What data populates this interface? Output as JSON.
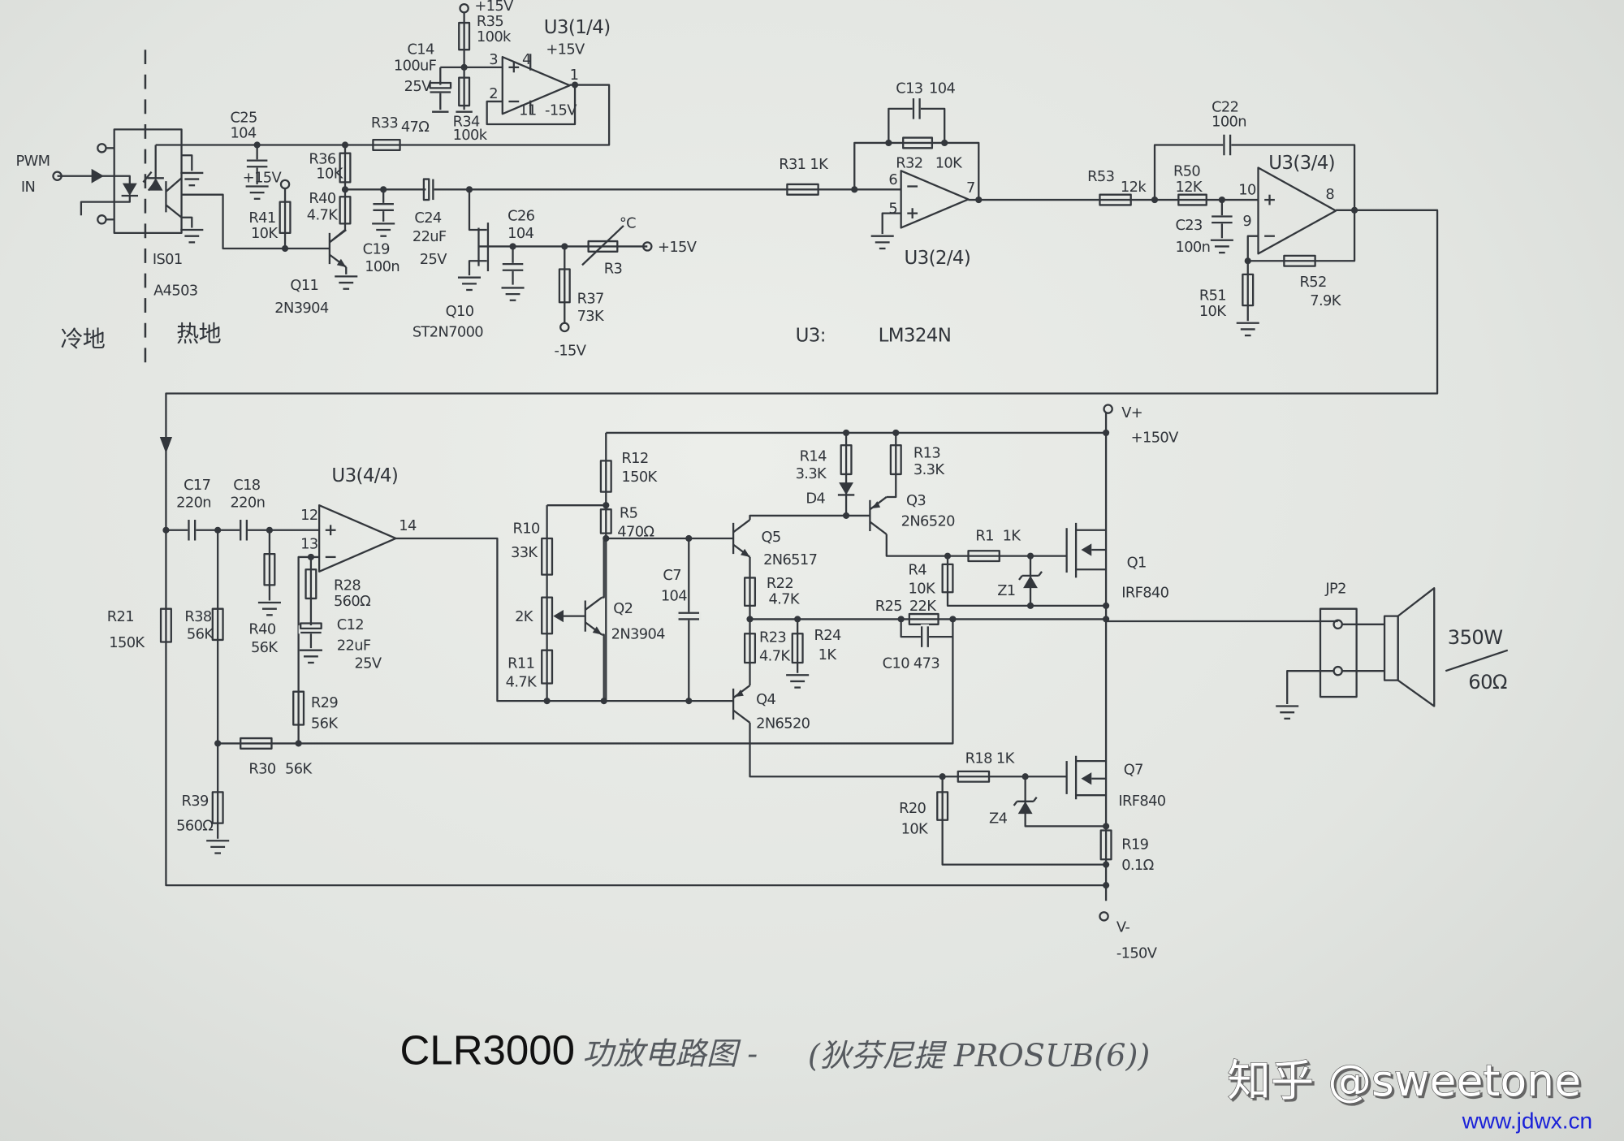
{
  "title": {
    "model": "CLR3000",
    "handwritten": "功放电路图 -",
    "subtitle": "(狄芬尼提 PROSUB(6))"
  },
  "watermark": {
    "zhihu": "知乎 @sweetone",
    "site": "www.jdwx.cn"
  },
  "input": {
    "pwm": "PWM",
    "in": "IN"
  },
  "isolation": {
    "ref": "IS01",
    "part": "A4503",
    "cold": "冷地",
    "hot": "热地"
  },
  "u3_note": {
    "label": "U3:",
    "part": "LM324N"
  },
  "temp_unit": "°C",
  "rails": {
    "p15": "+15V",
    "n15": "-15V",
    "vplus": "V+",
    "vplus_val": "+150V",
    "vminus": "V-",
    "vminus_val": "-150V"
  },
  "opamps": {
    "u1": "U3(1/4)",
    "u2": "U3(2/4)",
    "u3": "U3(3/4)",
    "u4": "U3(4/4)"
  },
  "pins": {
    "p1": "1",
    "p2": "2",
    "p3": "3",
    "p4": "4",
    "p5": "5",
    "p6": "6",
    "p7": "7",
    "p8": "8",
    "p9": "9",
    "p10": "10",
    "p11": "11",
    "p12": "12",
    "p13": "13",
    "p14": "14"
  },
  "parts": {
    "R35": {
      "ref": "R35",
      "value": "100k"
    },
    "C14": {
      "ref": "C14",
      "value": "100uF",
      "rating": "25V"
    },
    "R34": {
      "ref": "R34",
      "value": "100k"
    },
    "R33": {
      "ref": "R33",
      "value": "47Ω"
    },
    "C25": {
      "ref": "C25",
      "value": "104"
    },
    "R36": {
      "ref": "R36",
      "value": "10K"
    },
    "R40": {
      "ref": "R40",
      "value": "4.7K"
    },
    "R41": {
      "ref": "R41",
      "value": "10K"
    },
    "Q11": {
      "ref": "Q11",
      "value": "2N3904"
    },
    "C19": {
      "ref": "C19",
      "value": "100n"
    },
    "C24": {
      "ref": "C24",
      "value": "22uF",
      "rating": "25V"
    },
    "Q10": {
      "ref": "Q10",
      "value": "ST2N7000"
    },
    "C26": {
      "ref": "C26",
      "value": "104"
    },
    "R37": {
      "ref": "R37",
      "value": "73K"
    },
    "R3": {
      "ref": "R3"
    },
    "R31": {
      "ref": "R31",
      "value": "1K"
    },
    "R32": {
      "ref": "R32",
      "value": "10K"
    },
    "C13": {
      "ref": "C13",
      "value": "104"
    },
    "R53": {
      "ref": "R53",
      "value": "12k"
    },
    "R50": {
      "ref": "R50",
      "value": "12K"
    },
    "C23": {
      "ref": "C23",
      "value": "100n"
    },
    "C22": {
      "ref": "C22",
      "value": "100n"
    },
    "R51": {
      "ref": "R51",
      "value": "10K"
    },
    "R52": {
      "ref": "R52",
      "value": "7.9K"
    },
    "C17": {
      "ref": "C17",
      "value": "220n"
    },
    "C18": {
      "ref": "C18",
      "value": "220n"
    },
    "R21": {
      "ref": "R21",
      "value": "150K"
    },
    "R38": {
      "ref": "R38",
      "value": "56K"
    },
    "R40b": {
      "ref": "R40",
      "value": "56K"
    },
    "R39": {
      "ref": "R39",
      "value": "560Ω"
    },
    "R28": {
      "ref": "R28",
      "value": "560Ω"
    },
    "C12": {
      "ref": "C12",
      "value": "22uF",
      "rating": "25V"
    },
    "R29": {
      "ref": "R29",
      "value": "56K"
    },
    "R30": {
      "ref": "R30",
      "value": "56K"
    },
    "R12": {
      "ref": "R12",
      "value": "150K"
    },
    "R5": {
      "ref": "R5",
      "value": "470Ω"
    },
    "R10": {
      "ref": "R10",
      "value": "33K"
    },
    "pot": {
      "value": "2K"
    },
    "R11": {
      "ref": "R11",
      "value": "4.7K"
    },
    "Q2": {
      "ref": "Q2",
      "value": "2N3904"
    },
    "C7": {
      "ref": "C7",
      "value": "104"
    },
    "Q5": {
      "ref": "Q5",
      "value": "2N6517"
    },
    "R22": {
      "ref": "R22",
      "value": "4.7K"
    },
    "R23": {
      "ref": "R23",
      "value": "4.7K"
    },
    "R24": {
      "ref": "R24",
      "value": "1K"
    },
    "Q4": {
      "ref": "Q4",
      "value": "2N6520"
    },
    "R14": {
      "ref": "R14",
      "value": "3.3K"
    },
    "D4": {
      "ref": "D4"
    },
    "R13": {
      "ref": "R13",
      "value": "3.3K"
    },
    "Q3": {
      "ref": "Q3",
      "value": "2N6520"
    },
    "R1": {
      "ref": "R1",
      "value": "1K"
    },
    "R4": {
      "ref": "R4",
      "value": "10K"
    },
    "Z1": {
      "ref": "Z1"
    },
    "Q1": {
      "ref": "Q1",
      "value": "IRF840"
    },
    "R25": {
      "ref": "R25",
      "value": "22K"
    },
    "C10": {
      "ref": "C10",
      "value": "473"
    },
    "R18": {
      "ref": "R18",
      "value": "1K"
    },
    "Q7": {
      "ref": "Q7",
      "value": "IRF840"
    },
    "R20": {
      "ref": "R20",
      "value": "10K"
    },
    "Z4": {
      "ref": "Z4"
    },
    "R19": {
      "ref": "R19",
      "value": "0.1Ω"
    },
    "JP2": {
      "ref": "JP2"
    },
    "speaker": {
      "power": "350W",
      "impedance": "60Ω"
    }
  }
}
